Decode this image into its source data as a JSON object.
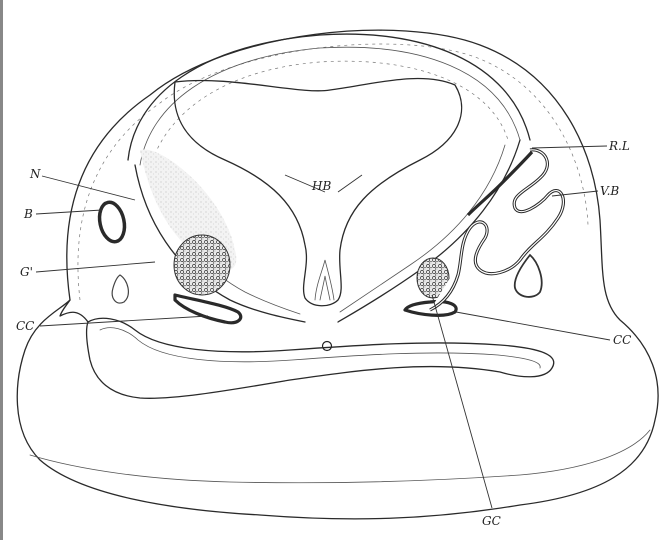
{
  "labels": {
    "hb": "HB",
    "rl": "R.L",
    "n": "N",
    "b_left": "B",
    "vb": "V.B",
    "g_prime": "G'",
    "cc_left": "CC",
    "cc_right": "CC",
    "gc": "GC"
  }
}
